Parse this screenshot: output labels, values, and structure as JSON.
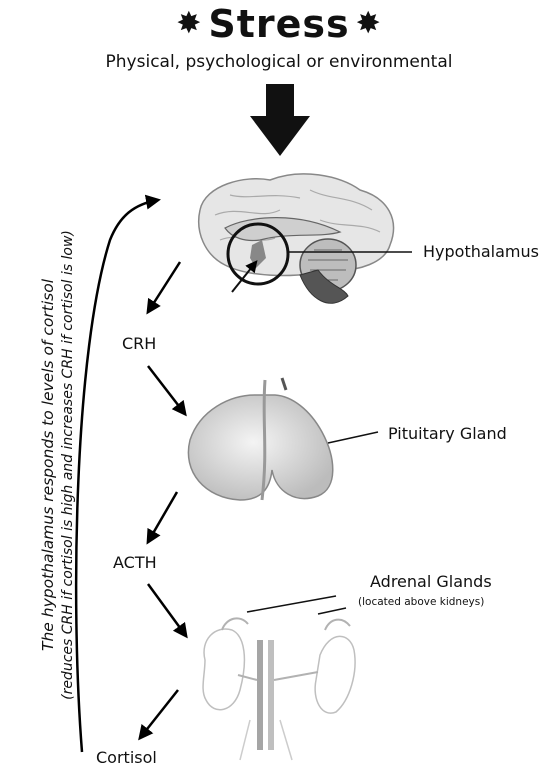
{
  "title": "Stress",
  "subtitle": "Physical, psychological or environmental",
  "feedback_text": {
    "line1": "The hypothalamus responds to levels of cortisol",
    "line2": "(reduces CRH if cortisol is high and increases CRH if cortisol is low)"
  },
  "labels": {
    "hypothalamus": "Hypothalamus",
    "crh": "CRH",
    "pituitary": "Pituitary Gland",
    "acth": "ACTH",
    "adrenal": "Adrenal Glands",
    "adrenal_note": "(located above kidneys)",
    "cortisol": "Cortisol"
  },
  "icons": {
    "burst_left": "starburst-icon",
    "burst_right": "starburst-icon"
  },
  "colors": {
    "ink": "#111111",
    "arrow": "#000000",
    "organ": "#d9d9d9"
  }
}
